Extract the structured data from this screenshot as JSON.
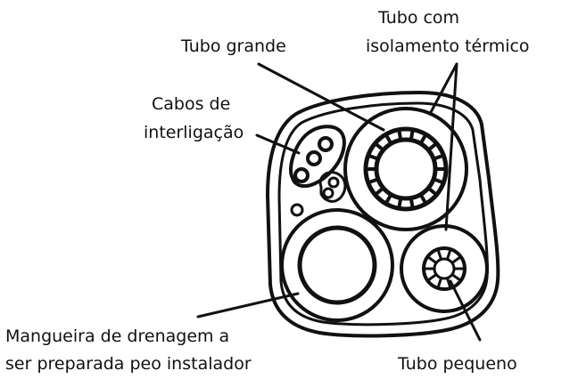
{
  "labels": {
    "tubo_isolamento": [
      "Tubo com",
      "isolamento térmico"
    ],
    "tubo_grande": "Tubo grande",
    "cabos": [
      "Cabos de",
      "interligação"
    ],
    "mangueira": [
      "Mangueira de drenagem a",
      "ser preparada peo instalador"
    ],
    "tubo_pequeno": "Tubo pequeno"
  },
  "colors": {
    "line": "#111111",
    "background": "#ffffff"
  }
}
